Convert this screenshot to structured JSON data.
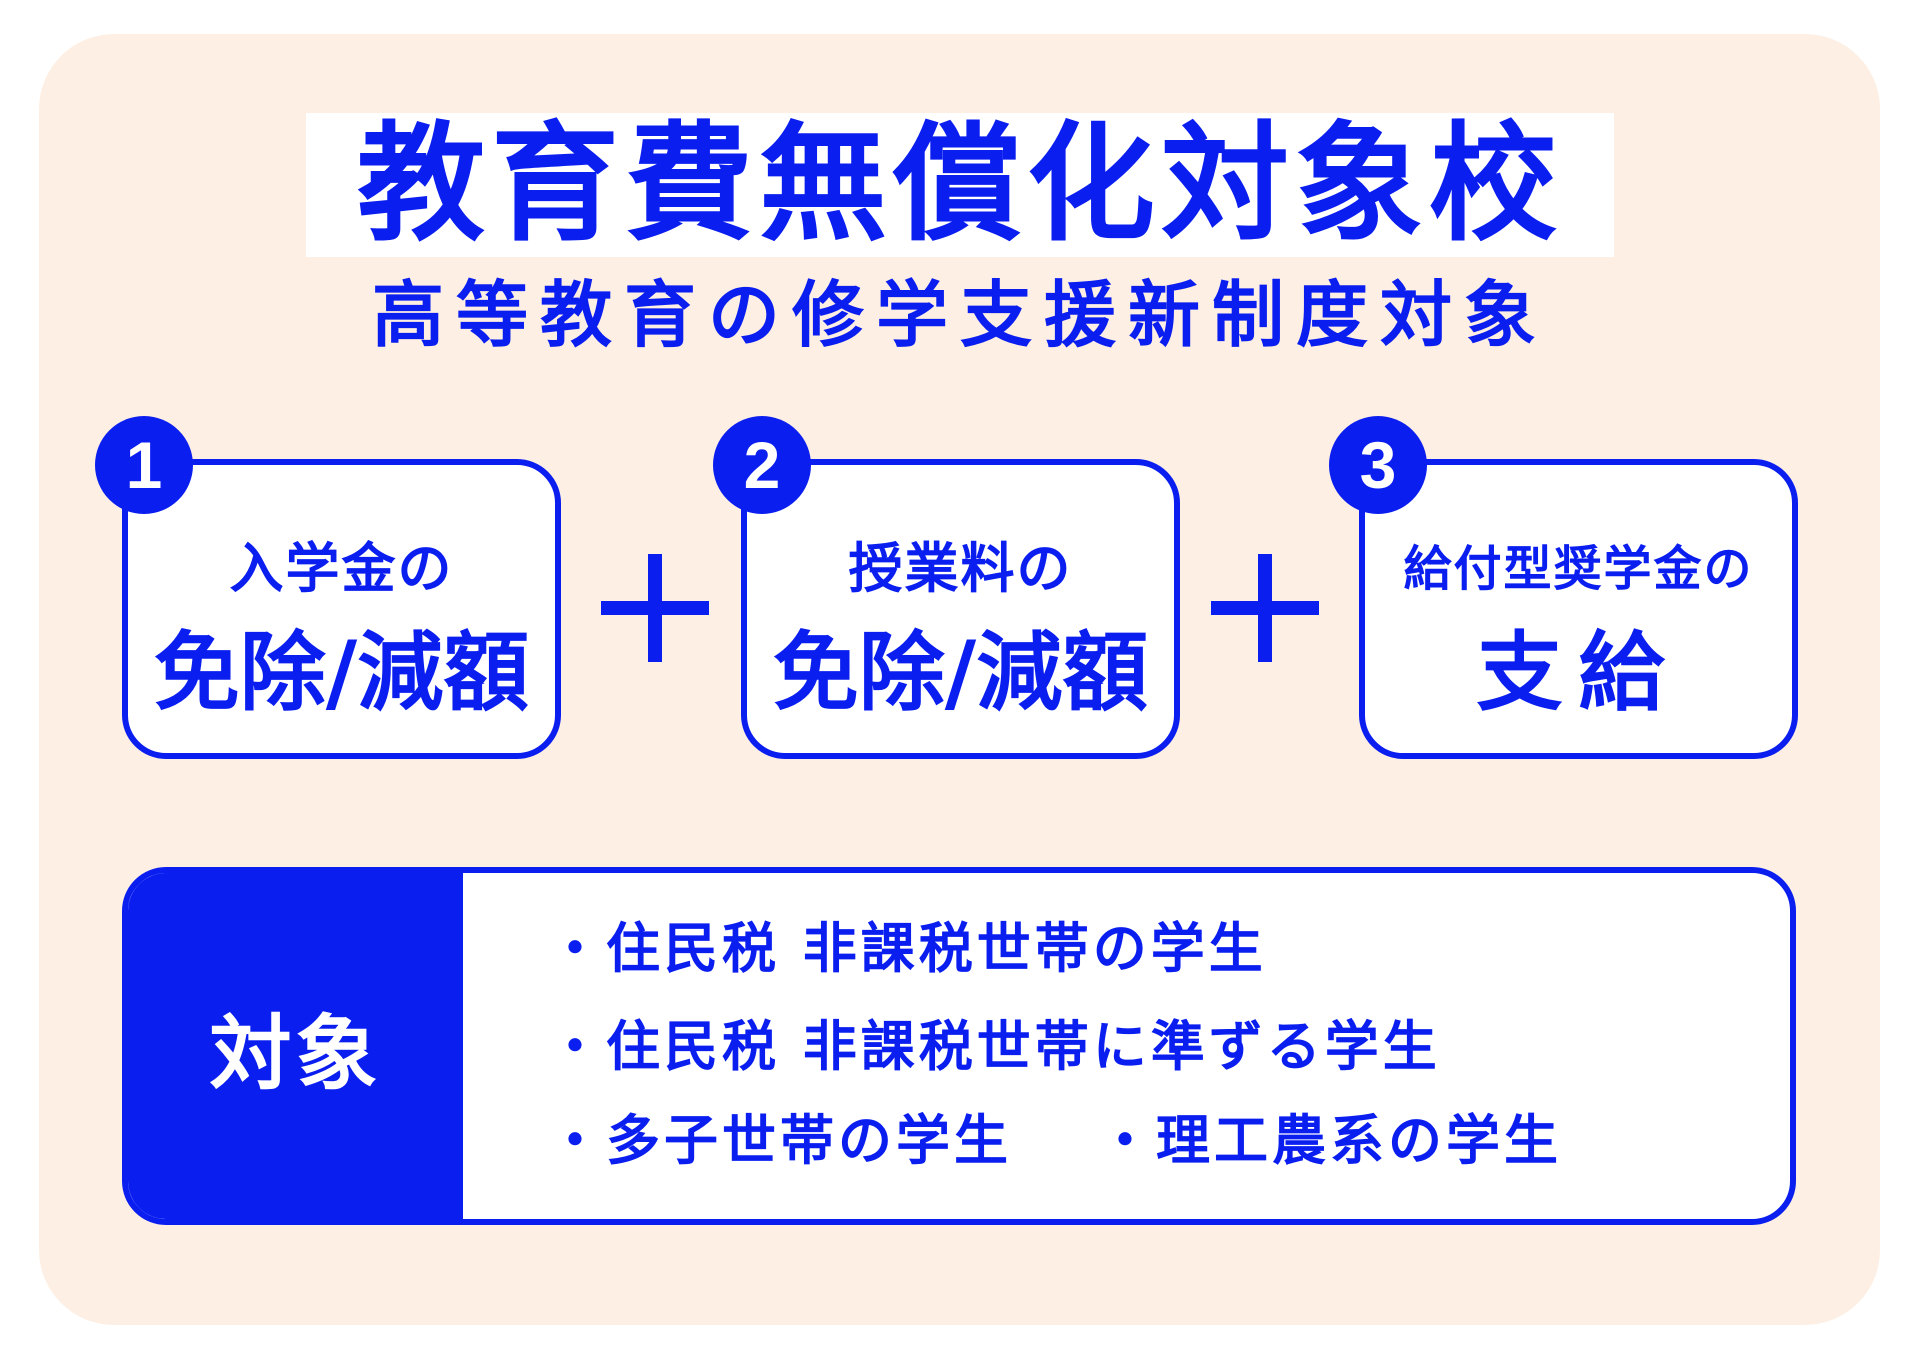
{
  "title": "教育費無償化対象校",
  "subtitle": "高等教育の修学支援新制度対象",
  "cards": [
    {
      "number": "1",
      "line1": "入学金の",
      "line2": "免除/減額"
    },
    {
      "number": "2",
      "line1": "授業料の",
      "line2": "免除/減額"
    },
    {
      "number": "3",
      "line1": "給付型奨学金の",
      "line2": "支給"
    }
  ],
  "target": {
    "label": "対象",
    "items": [
      "・住民税 非課税世帯の学生",
      "・住民税 非課税世帯に準ずる学生",
      "・多子世帯の学生",
      "・理工農系の学生"
    ]
  },
  "colors": {
    "accent": "#0a1ef0",
    "background": "#fdefe3"
  }
}
